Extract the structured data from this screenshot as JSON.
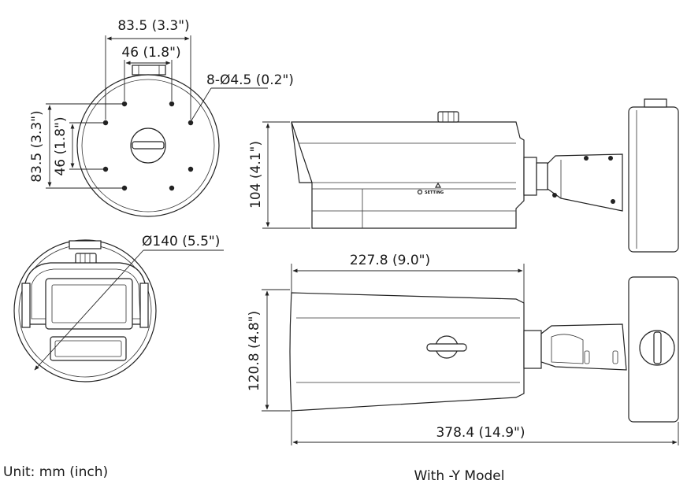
{
  "dimensions": {
    "base_width": "83.5 (3.3\")",
    "base_hole_spacing_h": "46 (1.8\")",
    "base_holes": "8-Ø4.5 (0.2\")",
    "base_height": "83.5 (3.3\")",
    "base_hole_spacing_v": "46 (1.8\")",
    "diameter": "Ø140 (5.5\")",
    "side_height": "104 (4.1\")",
    "top_length": "227.8 (9.0\")",
    "top_width": "120.8 (4.8\")",
    "total_length": "378.4 (14.9\")"
  },
  "labels": {
    "setting": "SETTING"
  },
  "captions": {
    "unit": "Unit: mm (inch)",
    "model": "With -Y Model"
  }
}
